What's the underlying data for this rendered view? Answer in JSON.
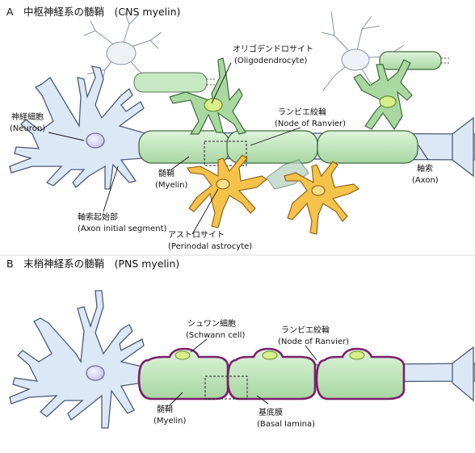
{
  "panel_a": {
    "title": "A　中枢神経系の髄鞘　(CNS myelin)",
    "oligodendrocyte": {
      "ja": "オリゴデンドロサイト",
      "en": "(Oligodendrocyte)"
    },
    "neuron": {
      "ja": "神経細胞",
      "en": "(Neuron)"
    },
    "node_of_ranvier": {
      "ja": "ランビエ絞輪",
      "en": "(Node of Ranvier)"
    },
    "myelin": {
      "ja": "髄鞘",
      "en": "(Myelin)"
    },
    "axon": {
      "ja": "軸索",
      "en": "(Axon)"
    },
    "axon_initial_segment": {
      "ja": "軸索起始部",
      "en": "(Axon initial segment)"
    },
    "astrocyte": {
      "ja": "アストロサイト",
      "en": "(Perinodal astrocyte)"
    }
  },
  "panel_b": {
    "title": "B　末梢神経系の髄鞘　(PNS myelin)",
    "schwann_cell": {
      "ja": "シュワン細胞",
      "en": "(Schwann cell)"
    },
    "node_of_ranvier": {
      "ja": "ランビエ絞輪",
      "en": "(Node of Ranvier)"
    },
    "myelin": {
      "ja": "髄鞘",
      "en": "(Myelin)"
    },
    "basal_lamina": {
      "ja": "基底膜",
      "en": "(Basal lamina)"
    }
  },
  "colors": {
    "neuron_fill": "#dde8f7",
    "neuron_stroke": "#4a5b78",
    "nucleus": "#d8d8f0",
    "myelin_fill": "#c6e8c2",
    "oligo_fill": "#a9d9a0",
    "oligo_nucleus": "#d8f08a",
    "astro_fill": "#f5c24a",
    "basal_lamina": "#7a1f6b",
    "faded_cell": "#eef1f6"
  }
}
